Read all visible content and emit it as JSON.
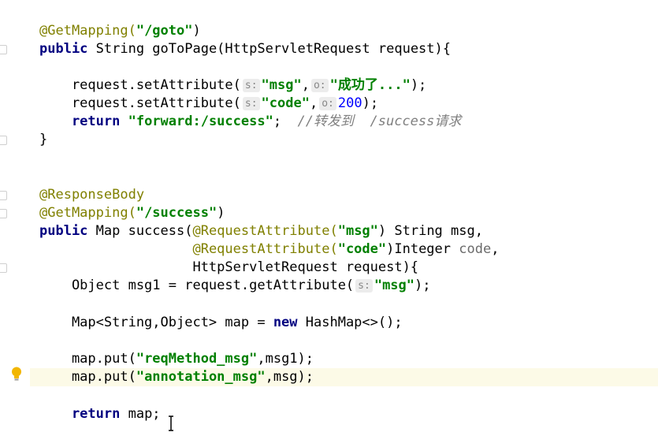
{
  "editor": {
    "lines": {
      "l1_ann": "@GetMapping(",
      "l1_str": "\"/goto\"",
      "l1_end": ")",
      "l2_kw": "public",
      "l2_rest": " String goToPage(HttpServletRequest request){",
      "l3_a": "    request.setAttribute(",
      "l3_hint_s": "s:",
      "l3_str1": "\"msg\"",
      "l3_comma": ",",
      "l3_hint_o": "o:",
      "l3_str2": "\"成功了...\"",
      "l3_end": ");",
      "l4_a": "    request.setAttribute(",
      "l4_hint_s": "s:",
      "l4_str1": "\"code\"",
      "l4_comma": ",",
      "l4_hint_o": "o:",
      "l4_num": "200",
      "l4_end": ");",
      "l5_kw": "    return",
      "l5_str": " \"forward:/success\"",
      "l5_semi": ";  ",
      "l5_cmt": "//转发到  /success请求",
      "l6": "}",
      "l7": "@ResponseBody",
      "l8_ann": "@GetMapping(",
      "l8_str": "\"/success\"",
      "l8_end": ")",
      "l9_kw": "public",
      "l9_a": " Map success(",
      "l9_ann": "@RequestAttribute(",
      "l9_str": "\"msg\"",
      "l9_end": ") String msg,",
      "l10_pad": "                   ",
      "l10_ann": "@RequestAttribute(",
      "l10_str": "\"code\"",
      "l10_end": ")Integer ",
      "l10_param": "code",
      "l10_comma": ",",
      "l11": "                   HttpServletRequest request){",
      "l12_a": "    Object msg1 = request.getAttribute(",
      "l12_hint_s": "s:",
      "l12_str": "\"msg\"",
      "l12_end": ");",
      "l13_a": "    Map<String,Object> map = ",
      "l13_kw": "new",
      "l13_end": " HashMap<>();",
      "l14_a": "    map.put(",
      "l14_str": "\"reqMethod_msg\"",
      "l14_end": ",msg1);",
      "l15_a": "    map.put(",
      "l15_str": "\"annotation_msg\"",
      "l15_end": ",msg);",
      "l16_kw": "    return",
      "l16_end": " map;"
    }
  },
  "colors": {
    "annotation": "#808000",
    "keyword": "#000080",
    "string": "#008000",
    "number": "#0000ff",
    "comment": "#808080",
    "current_line": "#fcfae7"
  },
  "icons": [
    "intention-bulb-icon",
    "text-cursor-icon",
    "fold-marker-icon"
  ]
}
